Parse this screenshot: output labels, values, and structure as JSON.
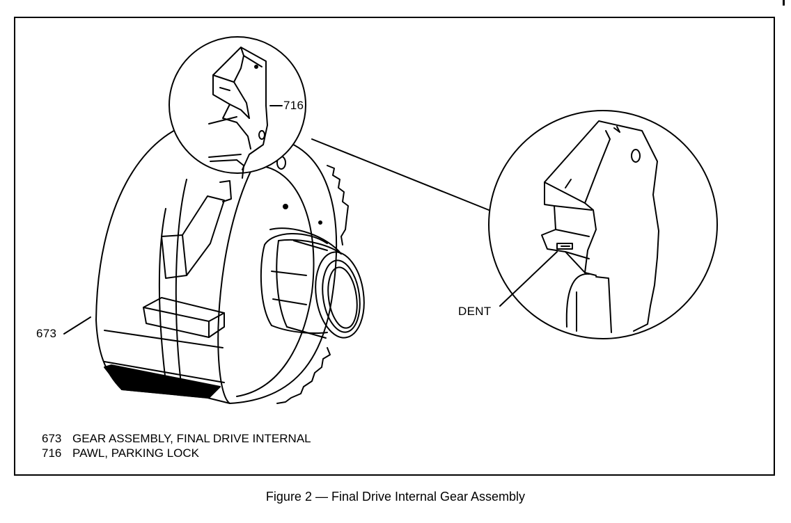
{
  "figure": {
    "caption": "Figure 2 — Final Drive Internal Gear Assembly",
    "callouts": {
      "gear_number": "673",
      "pawl_number": "716",
      "dent_label": "DENT"
    },
    "legend": [
      {
        "number": "673",
        "description": "GEAR ASSEMBLY, FINAL DRIVE INTERNAL"
      },
      {
        "number": "716",
        "description": "PAWL, PARKING LOCK"
      }
    ]
  }
}
